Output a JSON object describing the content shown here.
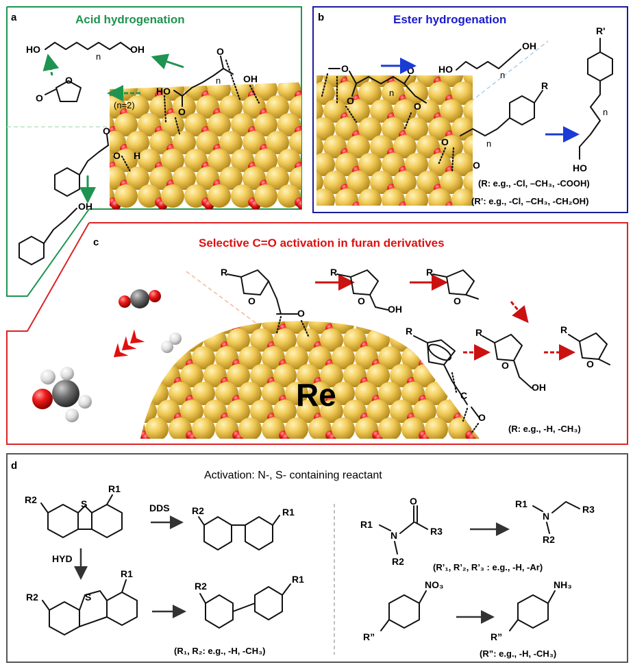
{
  "panels": {
    "a": {
      "letter": "a",
      "title": "Acid hydrogenation",
      "title_color": "#1e9450",
      "border_color": "#1e9450",
      "labels": {
        "diol_OH1": "HO",
        "diol_OH2": "OH",
        "n": "n",
        "n_eq": "(n=2)",
        "acid_HO": "HO",
        "acid_OH": "OH",
        "ring_O": "O",
        "acid2_H": "H",
        "alc_OH": "OH"
      }
    },
    "b": {
      "letter": "b",
      "title": "Ester hydrogenation",
      "title_color": "#1a1acc",
      "border_color": "#1a1a99",
      "labels": {
        "R": "R",
        "R_prime": "R'",
        "n": "n",
        "OH": "OH",
        "HO": "HO",
        "O": "O"
      },
      "notes": [
        "(R: e.g., -Cl, –CH₃, -COOH)",
        "(R’: e.g., -Cl, –CH₃, -CH₂OH)"
      ]
    },
    "c": {
      "letter": "c",
      "title": "Selective C=O activation in furan derivatives",
      "title_color": "#dd1111",
      "border_color": "#dd2222",
      "metal_label": "Re",
      "labels": {
        "R": "R",
        "O": "O",
        "OH": "OH",
        "C": "C"
      },
      "note": "(R: e.g., -H, -CH₃)"
    },
    "d": {
      "letter": "d",
      "title": "Activation: N-, S- containing reactant",
      "border_color": "#555555",
      "labels": {
        "R1": "R1",
        "R2": "R2",
        "R3": "R3",
        "S": "S",
        "N": "N",
        "O": "O",
        "DDS": "DDS",
        "HYD": "HYD",
        "NO3": "NO₃",
        "NH3": "NH₃",
        "R2prime": "R”"
      },
      "notes": [
        "(R₁, R₂: e.g., -H, -CH₃)",
        "(R’₁, R’₂, R’₃ : e.g., -H, -Ar)",
        "(R”: e.g., -H, -CH₃)"
      ]
    }
  },
  "colors": {
    "gold": "#e8c04a",
    "oxygen_red": "#e01010",
    "sulfur": "#9933cc",
    "nitrogen": "#1aa64a",
    "green_arrow": "#1e9450",
    "blue_arrow": "#1a3bd6",
    "red_arrow": "#cc1111"
  },
  "icons": [
    "gold-sphere-surface",
    "red-oxygen-sphere",
    "co2-molecule-icon",
    "h2-molecule-icon",
    "methanol-molecule-icon",
    "chevron-arrows-icon"
  ]
}
